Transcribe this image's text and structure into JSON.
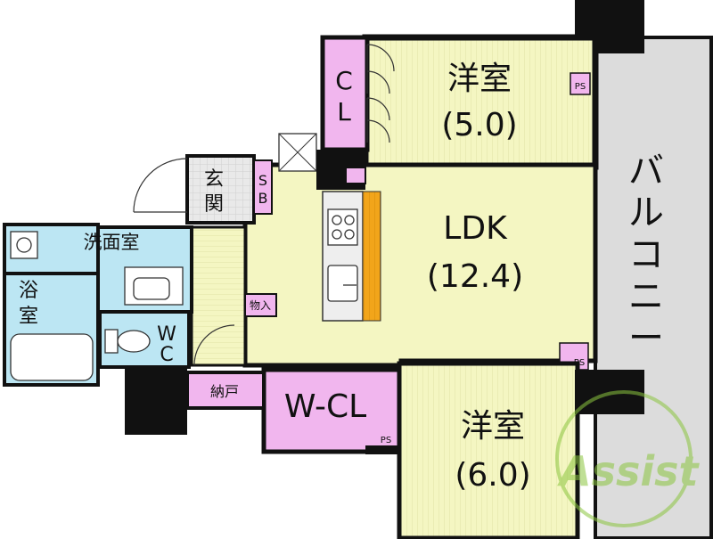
{
  "rooms": {
    "western_room_upper": {
      "label": "洋室",
      "size": "(5.0)"
    },
    "western_room_lower": {
      "label": "洋室",
      "size": "(6.0)"
    },
    "ldk": {
      "label": "LDK",
      "size": "(12.4)"
    },
    "closet": {
      "label_1": "C",
      "label_2": "L"
    },
    "walk_in_closet": {
      "label": "W-CL"
    },
    "entrance": {
      "label_1": "玄",
      "label_2": "関"
    },
    "shoe_box": {
      "label_1": "S",
      "label_2": "B"
    },
    "washroom": {
      "label": "洗面室"
    },
    "bathroom": {
      "label_1": "浴",
      "label_2": "室"
    },
    "toilet": {
      "label_1": "W",
      "label_2": "C"
    },
    "storage": {
      "label": "物入"
    },
    "closet_storage": {
      "label": "納戸"
    },
    "pipe_space": {
      "label": "PS"
    },
    "balcony": {
      "label": [
        "バ",
        "ル",
        "コ",
        "ニ",
        "ー"
      ]
    }
  },
  "watermark": {
    "text": "Assist"
  },
  "colors": {
    "room_fill": "#f4f6c2",
    "closet_fill": "#f1b6ee",
    "wet_fill": "#bce6f3",
    "balcony_fill": "#dcdcdc",
    "wall": "#111111",
    "watermark": "#8cc63f"
  }
}
